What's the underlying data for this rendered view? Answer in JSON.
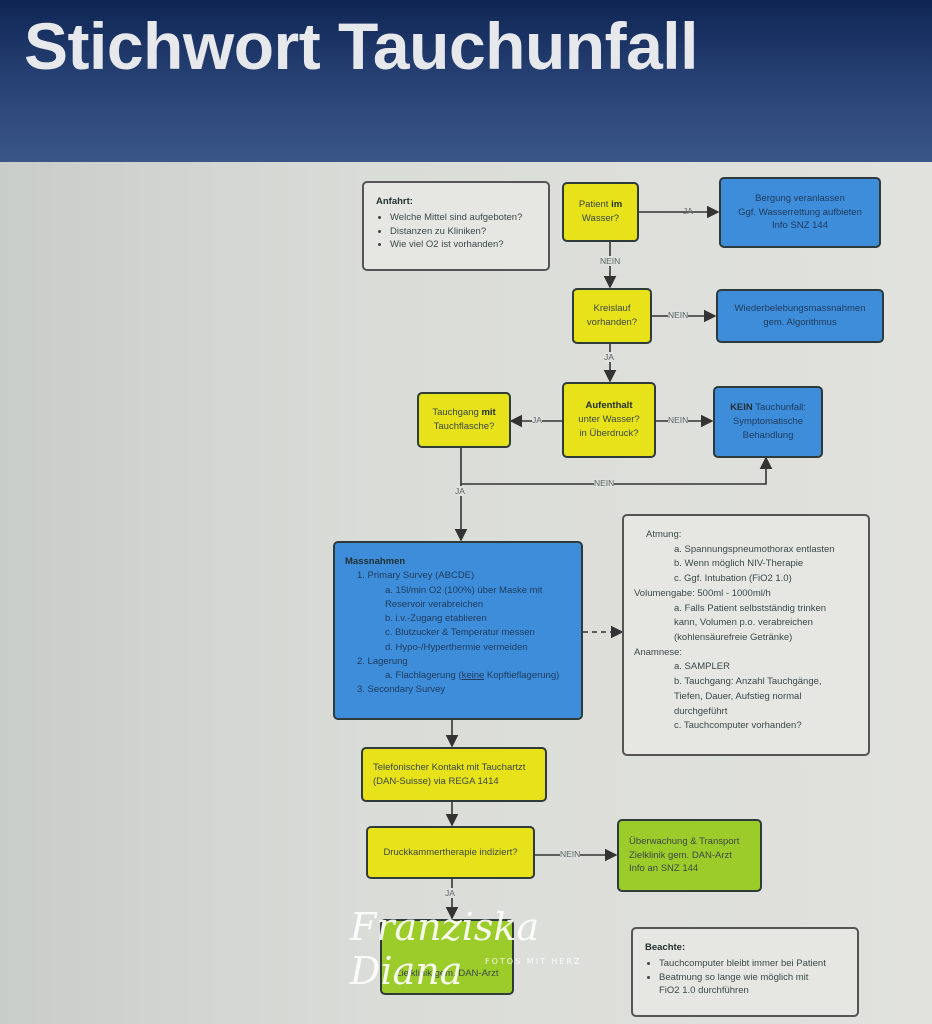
{
  "title": "Stichwort Tauchunfall",
  "anfahrt": {
    "heading": "Anfahrt:",
    "items": [
      "Welche Mittel sind aufgeboten?",
      "Distanzen zu Kliniken?",
      "Wie viel O2 ist vorhanden?"
    ]
  },
  "patient_wasser": {
    "pre": "Patient ",
    "bold": "im",
    "post": "Wasser?"
  },
  "bergung": [
    "Bergung veranlassen",
    "Ggf. Wasserrettung aufbieten",
    "Info SNZ 144"
  ],
  "kreislauf": [
    "Kreislauf",
    "vorhanden?"
  ],
  "wiederbelebung": [
    "Wiederbelebungsmassnahmen",
    "gem. Algorithmus"
  ],
  "aufenthalt": {
    "bold": "Aufenthalt",
    "l2": "unter Wasser?",
    "l3": "in Überdruck?"
  },
  "tauchgang": {
    "pre": "Tauchgang ",
    "bold": "mit",
    "l2": "Tauchflasche?"
  },
  "kein": {
    "bold": "KEIN",
    "rest": " Tauchunfall:",
    "l2": "Symptomatische",
    "l3": "Behandlung"
  },
  "massnahmen": {
    "heading": "Massnahmen",
    "lines": [
      "1. Primary Survey (ABCDE)",
      "a. 15l/min O2 (100%) über Maske mit",
      "Reservoir verabreichen",
      "b. i.v.-Zugang etablieren",
      "c. Blutzucker & Temperatur messen",
      "d. Hypo-/Hyperthermie vermeiden",
      "2. Lagerung",
      "3. Secondary Survey"
    ],
    "lagerung_pre": "a. Flachlagerung (",
    "lagerung_keine": "keine",
    "lagerung_post": " Kopftieflagerung)"
  },
  "atmung": {
    "lines": [
      "Atmung:",
      "a. Spannungspneumothorax entlasten",
      "b. Wenn möglich NIV-Therapie",
      "c. Ggf. Intubation (FiO2 1.0)",
      "Volumengabe: 500ml - 1000ml/h",
      "a. Falls Patient selbstständig trinken",
      "kann, Volumen p.o. verabreichen",
      "(kohlensäurefreie Getränke)",
      "Anamnese:",
      "a. SAMPLER",
      "b. Tauchgang: Anzahl Tauchgänge,",
      "Tiefen, Dauer, Aufstieg normal",
      "durchgeführt",
      "c. Tauchcomputer vorhanden?"
    ]
  },
  "telefon": [
    "Telefonischer Kontakt mit Tauchartzt",
    "(DAN-Suisse) via REGA 1414"
  ],
  "druckkammer": "Druckkammertherapie indiziert?",
  "ueberwachung": [
    "Überwachung & Transport",
    "Zielklinik gem. DAN-Arzt",
    "Info an SNZ 144"
  ],
  "bottom_green": [
    "Zielklinik gem. DAN-Arzt"
  ],
  "beachte": {
    "heading": "Beachte:",
    "items": [
      "Tauchcomputer bleibt immer bei Patient",
      "Beatmung so lange wie möglich mit",
      "FiO2 1.0 durchführen"
    ]
  },
  "labels": {
    "ja": "JA",
    "nein": "NEIN"
  },
  "watermark": {
    "script": "Franziska Diana",
    "sub": "FOTOS MIT HERZ"
  },
  "colors": {
    "yellow": "#e8e21a",
    "blue": "#3e8ddb",
    "green": "#9ccc2a",
    "header": "#1e3566"
  }
}
